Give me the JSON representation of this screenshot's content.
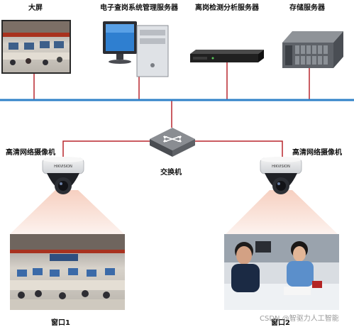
{
  "labels": {
    "screen": "大屏",
    "mgmt_server": "电子查岗系统管理服务器",
    "analysis_server": "离岗检测分析服务器",
    "storage_server": "存储服务器",
    "switch": "交换机",
    "camera_left": "高清网络摄像机",
    "camera_right": "高清网络摄像机",
    "window1": "窗口1",
    "window2": "窗口2",
    "watermark": "CSDN @智驱力人工智能"
  },
  "camera_brand": "HIKVISION",
  "colors": {
    "bus": "#2f82c8",
    "link": "#b8262d",
    "cone": "#f6cdbd"
  }
}
